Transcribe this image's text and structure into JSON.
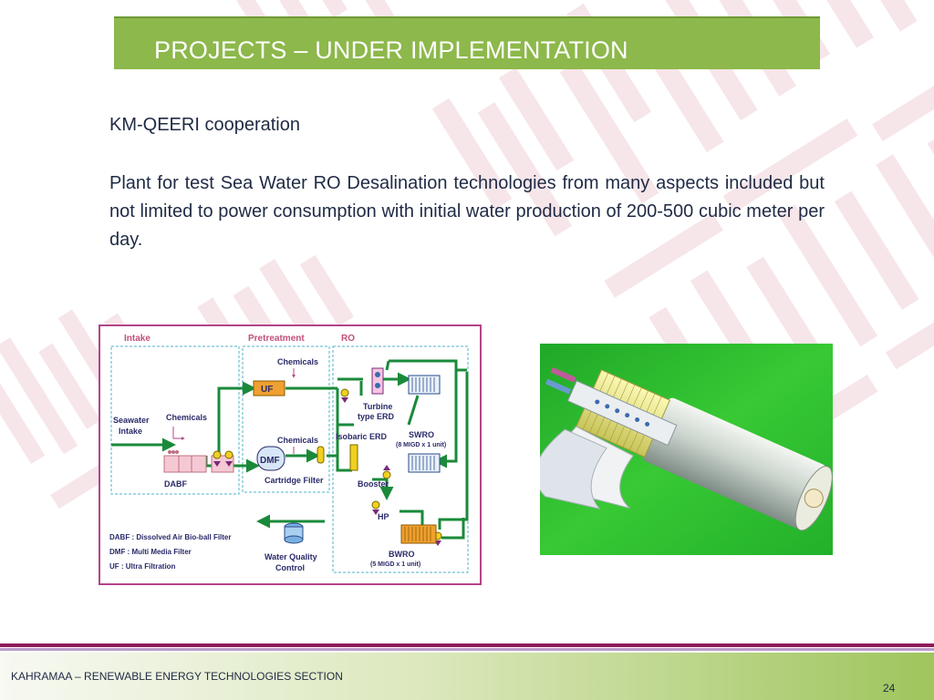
{
  "slide": {
    "title": "PROJECTS –  UNDER IMPLEMENTATION",
    "subtitle": "KM-QEERI cooperation",
    "paragraph": "Plant for test Sea Water RO Desalination technologies from many aspects included but not limited to power consumption with initial water production of 200-500 cubic meter per day."
  },
  "diagram": {
    "sections": {
      "intake": "Intake",
      "pretreatment": "Pretreatment",
      "ro": "RO"
    },
    "labels": {
      "seawater_line1": "Seawater",
      "seawater_line2": "Intake",
      "chemicals_intake": "Chemicals",
      "dabf": "DABF",
      "chemicals_top": "Chemicals",
      "uf": "UF",
      "chemicals_mid": "Chemicals",
      "dmf": "DMF",
      "cartridge": "Cartridge Filter",
      "turbine_line1": "Turbine",
      "turbine_line2": "type ERD",
      "isobaric": "Isobaric ERD",
      "swro": "SWRO",
      "swro_sub": "(8 MIGD x 1 unit)",
      "booster": "Booster",
      "hp": "HP",
      "bwro": "BWRO",
      "bwro_sub": "(5 MIGD x 1 unit)",
      "wq_line1": "Water Quality",
      "wq_line2": "Control"
    },
    "legend": [
      "DABF : Dissolved Air Bio-ball Filter",
      "DMF : Multi Media Filter",
      "UF : Ultra Filtration"
    ]
  },
  "footer": {
    "org": "KAHRAMAA – RENEWABLE ENERGY TECHNOLOGIES SECTION",
    "page": "24"
  },
  "colors": {
    "title_bar": "#8db84b",
    "footer_line": "#8e1a5a",
    "diagram_border": "#b3448a",
    "flow_arrow": "#1a8a3a",
    "photo_bg": "#2ec12a"
  },
  "icons": [
    "pump-icon",
    "valve-icon",
    "membrane-cartridge-icon",
    "tank-icon"
  ]
}
